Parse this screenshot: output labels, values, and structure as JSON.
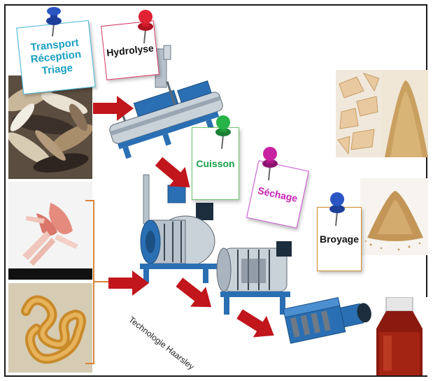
{
  "steps": {
    "transport": {
      "text": "Transport\nRéception\nTriage",
      "color": "#1aa0c0",
      "border": "#3db3d6"
    },
    "hydrolyse": {
      "text": "Hydrolyse",
      "color": "#111111",
      "border": "#d63a63"
    },
    "cuisson": {
      "text": "Cuisson",
      "color": "#18a04a",
      "border": "#6cc56c"
    },
    "sechage": {
      "text": "Séchage",
      "color": "#c41fb2",
      "border": "#c84fd0"
    },
    "broyage": {
      "text": "Broyage",
      "color": "#111111",
      "border": "#d38a2c"
    }
  },
  "caption": "Technologie Haarsley",
  "colors": {
    "arrow": "#c0161c",
    "machine": "#2a6fb3",
    "machine_steel": "#b8c2cc",
    "bracket": "#d9843a"
  },
  "pins": {
    "blue": "#1d3f9a",
    "red": "#d01a2a",
    "green": "#1f9a3a",
    "magenta": "#b0188a"
  }
}
